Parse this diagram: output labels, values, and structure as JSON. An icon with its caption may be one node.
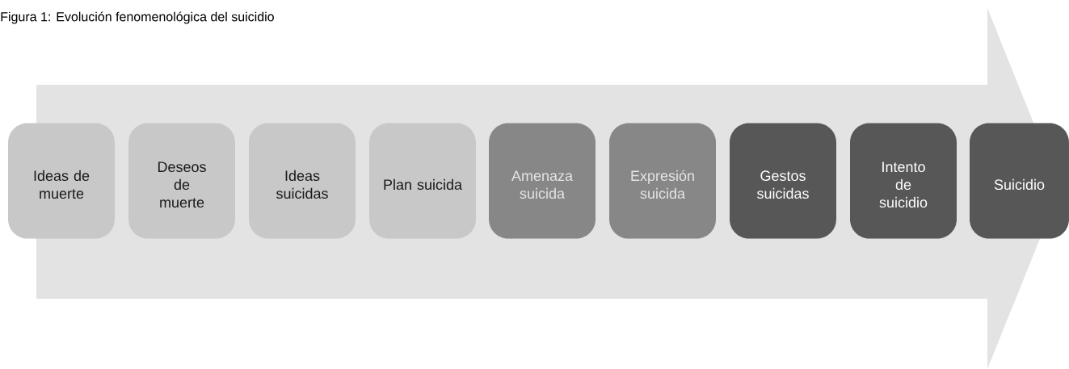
{
  "diagram": {
    "title": "Figura 1: Evolución fenomenológica del suicidio",
    "nodes": [
      {
        "text": [
          "Ideas de muerte"
        ]
      },
      {
        "text": [
          "Deseos de muerte"
        ]
      },
      {
        "text": [
          "Ideas suicidas"
        ]
      },
      {
        "text": [
          "Plan suicida"
        ]
      },
      {
        "text": [
          "Amenaza suicida"
        ]
      },
      {
        "text": [
          "Expresión suicida"
        ]
      },
      {
        "text": [
          "Gestos suicidas"
        ]
      },
      {
        "text": [
          "Intento de suicidio"
        ]
      },
      {
        "text": [
          "Suicidio"
        ]
      }
    ]
  }
}
